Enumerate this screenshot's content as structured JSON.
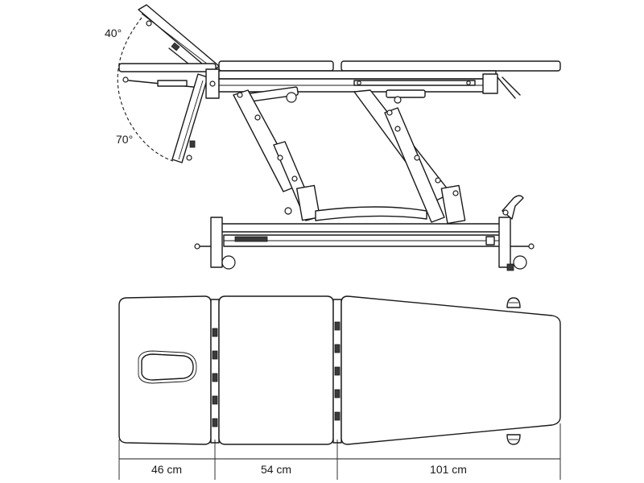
{
  "angles": {
    "upper": "40°",
    "lower": "70°"
  },
  "dimensions": [
    {
      "label": "46 cm"
    },
    {
      "label": "54 cm"
    },
    {
      "label": "101 cm"
    }
  ]
}
